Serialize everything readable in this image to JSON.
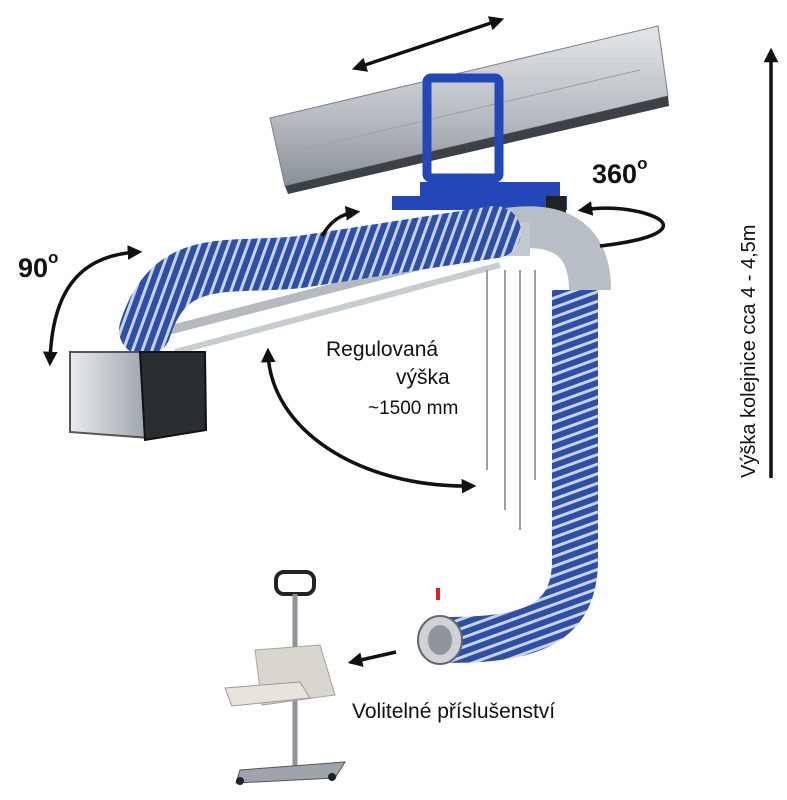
{
  "labels": {
    "rotation_90_value": "90",
    "rotation_90_unit": "o",
    "rotation_360_value": "360",
    "rotation_360_unit": "o",
    "adjustable_height_line1": "Regulovaná",
    "adjustable_height_line2": "výška",
    "adjustable_height_value": "~1500 mm",
    "optional_accessory": "Volitelné příslušenství",
    "rail_height": "Výška kolejnice cca 4 - 4,5m"
  },
  "colors": {
    "hose_blue": "#2d4fa8",
    "hose_stripe": "#c9d3e6",
    "frame_blue": "#2446b8",
    "rail": "#b9bec4",
    "metal": "#cfd3d8",
    "arrow": "#111111"
  }
}
